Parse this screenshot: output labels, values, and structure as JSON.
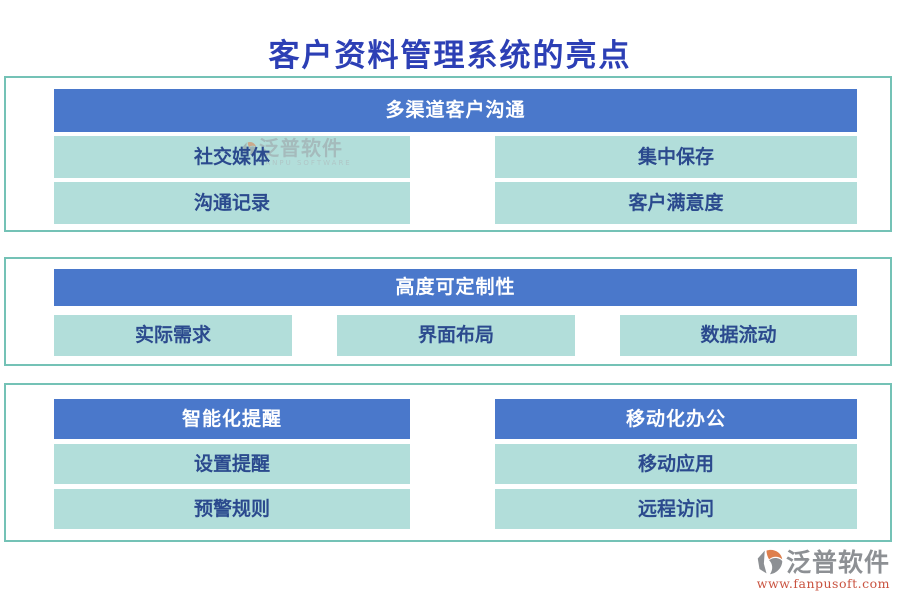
{
  "page": {
    "title": "客户资料管理系统的亮点"
  },
  "colors": {
    "title_blue": "#2C3FB5",
    "header_bg": "#4A78CB",
    "header_text": "#FFFFFF",
    "item_bg": "#B2DEDA",
    "item_text": "#2B4A8E",
    "section_border": "#74C2B6",
    "logo_gray": "#8D9094",
    "logo_red": "#C9523F",
    "logo_orange": "#DE7F4D",
    "watermark_gray": "#9BA0A4"
  },
  "sections": [
    {
      "header": "多渠道客户沟通",
      "items": [
        "社交媒体",
        "集中保存",
        "沟通记录",
        "客户满意度"
      ]
    },
    {
      "header": "高度可定制性",
      "items": [
        "实际需求",
        "界面布局",
        "数据流动"
      ]
    },
    {
      "columns": [
        {
          "header": "智能化提醒",
          "items": [
            "设置提醒",
            "预警规则"
          ]
        },
        {
          "header": "移动化办公",
          "items": [
            "移动应用",
            "远程访问"
          ]
        }
      ]
    }
  ],
  "watermark": {
    "text": "泛普软件",
    "subtext": "FANPU SOFTWARE"
  },
  "logo": {
    "name": "泛普软件",
    "url": "www.fanpusoft.com"
  }
}
